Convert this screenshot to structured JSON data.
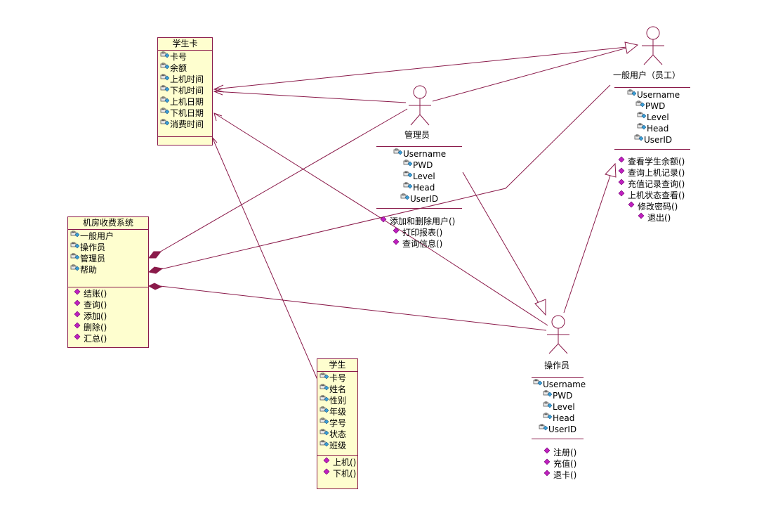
{
  "colors": {
    "line": "#8a1a4a",
    "fill": "#fefecf",
    "attr_icon": "#3aa0d8",
    "op_icon": "#c020c0"
  },
  "classes": {
    "card": {
      "name": "学生卡",
      "attributes": [
        "卡号",
        "余额",
        "上机时间",
        "下机时间",
        "上机日期",
        "下机日期",
        "消费时间"
      ]
    },
    "system": {
      "name": "机房收费系统",
      "attributes": [
        "一般用户",
        "操作员",
        "管理员",
        "帮助"
      ],
      "operations": [
        "结账()",
        "查询()",
        "添加()",
        "删除()",
        "汇总()"
      ]
    },
    "student": {
      "name": "学生",
      "attributes": [
        "卡号",
        "姓名",
        "性别",
        "年级",
        "学号",
        "状态",
        "班级"
      ],
      "operations": [
        "上机()",
        "下机()"
      ]
    }
  },
  "actors": {
    "admin": {
      "name": "管理员",
      "attributes": [
        "Username",
        "PWD",
        "Level",
        "Head",
        "UserID"
      ],
      "operations": [
        "添加和删除用户()",
        "打印报表()",
        "查询信息()"
      ]
    },
    "user": {
      "name": "一般用户（员工）",
      "attributes": [
        "Username",
        "PWD",
        "Level",
        "Head",
        "UserID"
      ],
      "operations": [
        "查看学生余额()",
        "查询上机记录()",
        "充值记录查询()",
        "上机状态查看()",
        "修改密码()",
        "退出()"
      ]
    },
    "operator": {
      "name": "操作员",
      "attributes": [
        "Username",
        "PWD",
        "Level",
        "Head",
        "UserID"
      ],
      "operations": [
        "注册()",
        "充值()",
        "退卡()"
      ]
    }
  }
}
